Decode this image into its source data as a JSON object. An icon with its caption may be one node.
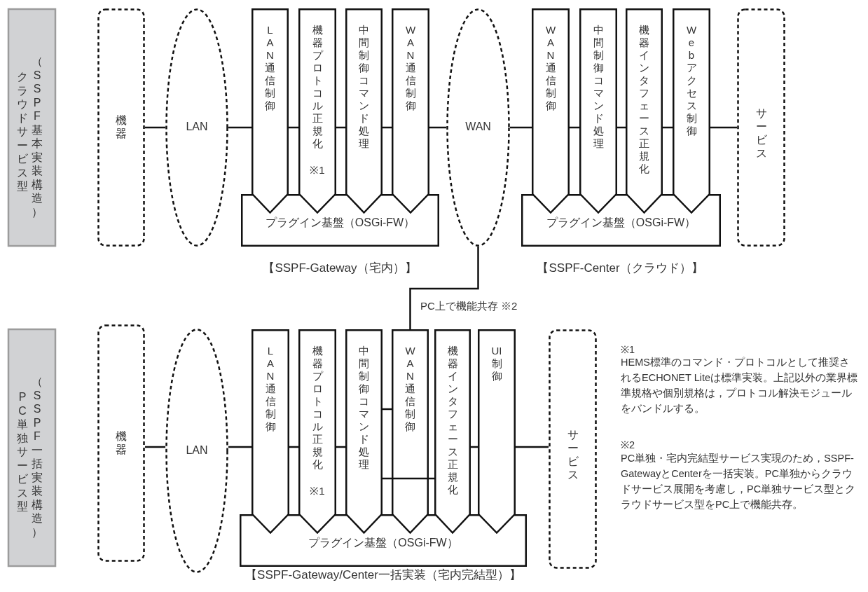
{
  "diagram": {
    "nodes": [
      {
        "text": [
          "クラウドサービス型",
          "（SSPF基本実装構造）"
        ]
      },
      {
        "text": [
          "機器"
        ]
      },
      {
        "text": [
          "LAN"
        ]
      },
      {
        "text": [
          "プラグイン基盤（OSGi-FW）"
        ]
      },
      {
        "text": [
          "LAN通信制御"
        ]
      },
      {
        "text": [
          "機器プロトコル正規化",
          "※1"
        ]
      },
      {
        "text": [
          "中間制御コマンド処理"
        ]
      },
      {
        "text": [
          "WAN通信制御"
        ]
      },
      {
        "text": [
          "WAN"
        ]
      },
      {
        "text": [
          "プラグイン基盤（OSGi-FW）"
        ]
      },
      {
        "text": [
          "WAN通信制御"
        ]
      },
      {
        "text": [
          "中間制御コマンド処理"
        ]
      },
      {
        "text": [
          "機器インタフェース正規化"
        ]
      },
      {
        "text": [
          "Webアクセス制御"
        ]
      },
      {
        "text": [
          "サービス"
        ]
      },
      {
        "text": [
          "PC単独サービス型",
          "（SSPF一括実装構造）"
        ]
      },
      {
        "text": [
          "機器"
        ]
      },
      {
        "text": [
          "LAN"
        ]
      },
      {
        "text": [
          "プラグイン基盤（OSGi-FW）"
        ]
      },
      {
        "text": [
          "LAN通信制御"
        ]
      },
      {
        "text": [
          "機器プロトコル正規化",
          "※1"
        ]
      },
      {
        "text": [
          "中間制御コマンド処理"
        ]
      },
      {
        "text": [
          "WAN通信制御"
        ]
      },
      {
        "text": [
          "機器インタフェース正規化"
        ]
      },
      {
        "text": [
          "UI制御"
        ]
      },
      {
        "text": [
          "サービス"
        ]
      }
    ],
    "edges": [
      {
        "from": 1,
        "to": 2,
        "arrow": "none"
      },
      {
        "from": 2,
        "to": 4,
        "arrow": "none"
      },
      {
        "from": 4,
        "to": 5,
        "arrow": "none"
      },
      {
        "from": 5,
        "to": 6,
        "arrow": "none"
      },
      {
        "from": 6,
        "to": 7,
        "arrow": "none"
      },
      {
        "from": 7,
        "to": 8,
        "arrow": "none"
      },
      {
        "from": 8,
        "to": 10,
        "arrow": "none"
      },
      {
        "from": 10,
        "to": 11,
        "arrow": "none"
      },
      {
        "from": 11,
        "to": 12,
        "arrow": "none"
      },
      {
        "from": 12,
        "to": 13,
        "arrow": "none"
      },
      {
        "from": 13,
        "to": 14,
        "arrow": "none"
      },
      {
        "from": 8,
        "to": 22,
        "arrow": "none",
        "label": "PC上で機能共存 ※2"
      },
      {
        "from": 16,
        "to": 17,
        "arrow": "none"
      },
      {
        "from": 17,
        "to": 19,
        "arrow": "none"
      },
      {
        "from": 19,
        "to": 20,
        "arrow": "none"
      },
      {
        "from": 20,
        "to": 21,
        "arrow": "none"
      },
      {
        "from": 21,
        "to": 22,
        "arrow": "none"
      },
      {
        "from": 21,
        "to": 22,
        "arrow": "none"
      },
      {
        "from": 22,
        "to": 23,
        "arrow": "none"
      },
      {
        "from": 23,
        "to": 24,
        "arrow": "none"
      },
      {
        "from": 24,
        "to": 25,
        "arrow": "none"
      }
    ],
    "labels": [
      "【SSPF-Gateway（宅内）】",
      "【SSPF-Center（クラウド）】",
      "※1",
      "HEMS標準のコマンド・プロトコルとして推奨されるECHONET Liteは標準実装。上記以外の業界標準規格や個別規格は，プロトコル解決モジュールをバンドルする。",
      "※2",
      "PC単独・宅内完結型サービス実現のため，SSPF-GatewayとCenterを一括実装。PC単独からクラウドサービス展開を考慮し，PC単独サービス型とクラウドサービス型をPC上で機能共存。",
      "【SSPF-Gateway/Center一括実装（宅内完結型）】"
    ]
  }
}
